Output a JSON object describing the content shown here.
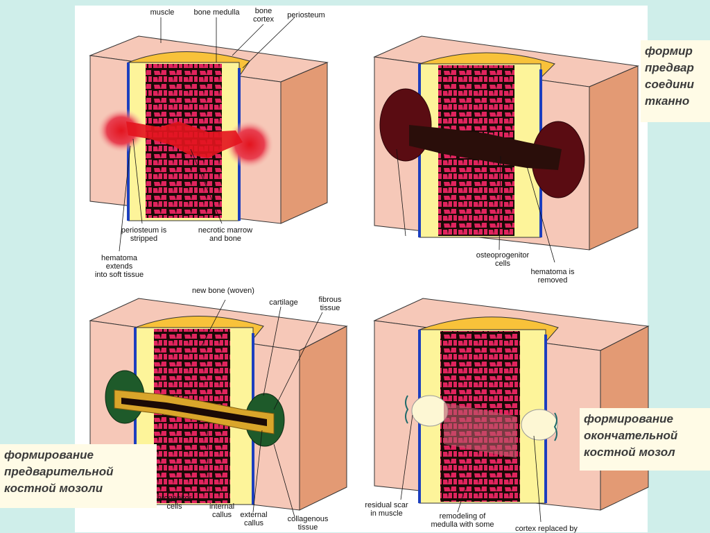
{
  "panels": {
    "p1": {
      "labels": {
        "muscle": "muscle",
        "bone_medulla": "bone medulla",
        "bone_cortex": "bone\ncortex",
        "periosteum": "periosteum",
        "periosteum_stripped": "periosteum is\nstripped",
        "necrotic": "necrotic marrow\nand bone",
        "hematoma_extends": "hematoma\nextends\ninto soft tissue"
      }
    },
    "p2": {
      "labels": {
        "osteoprogenitor": "osteoprogenitor\ncells",
        "hematoma_removed": "hematoma is\nremoved"
      },
      "caption": "формир\nпредвар\nсоедини\nтканно"
    },
    "p3": {
      "labels": {
        "new_bone": "new bone (woven)",
        "cartilage": "cartilage",
        "fibrous": "fibrous\ntissue",
        "progenitor": "progenitor\ncells",
        "internal": "internal\ncallus",
        "external": "external\ncallus",
        "collagenous": "collagenous\ntissue"
      },
      "caption": "формирование\nпредварительной\nкостной мозоли"
    },
    "p4": {
      "labels": {
        "scar": "residual scar\nin muscle",
        "remodeling": "remodeling of\nmedulla with some",
        "cortex_replaced": "cortex replaced by"
      },
      "caption": "формирование\nокончательной\nкостной мозол"
    }
  },
  "colors": {
    "background": "#cfeeea",
    "muscle": "#f6c8b8",
    "muscle_side": "#e39a74",
    "cortex": "#fdf49a",
    "medulla": "#e0245e",
    "periosteum": "#1c3fbf",
    "hematoma": "#e3141e",
    "callus": "#2a0e0a"
  }
}
